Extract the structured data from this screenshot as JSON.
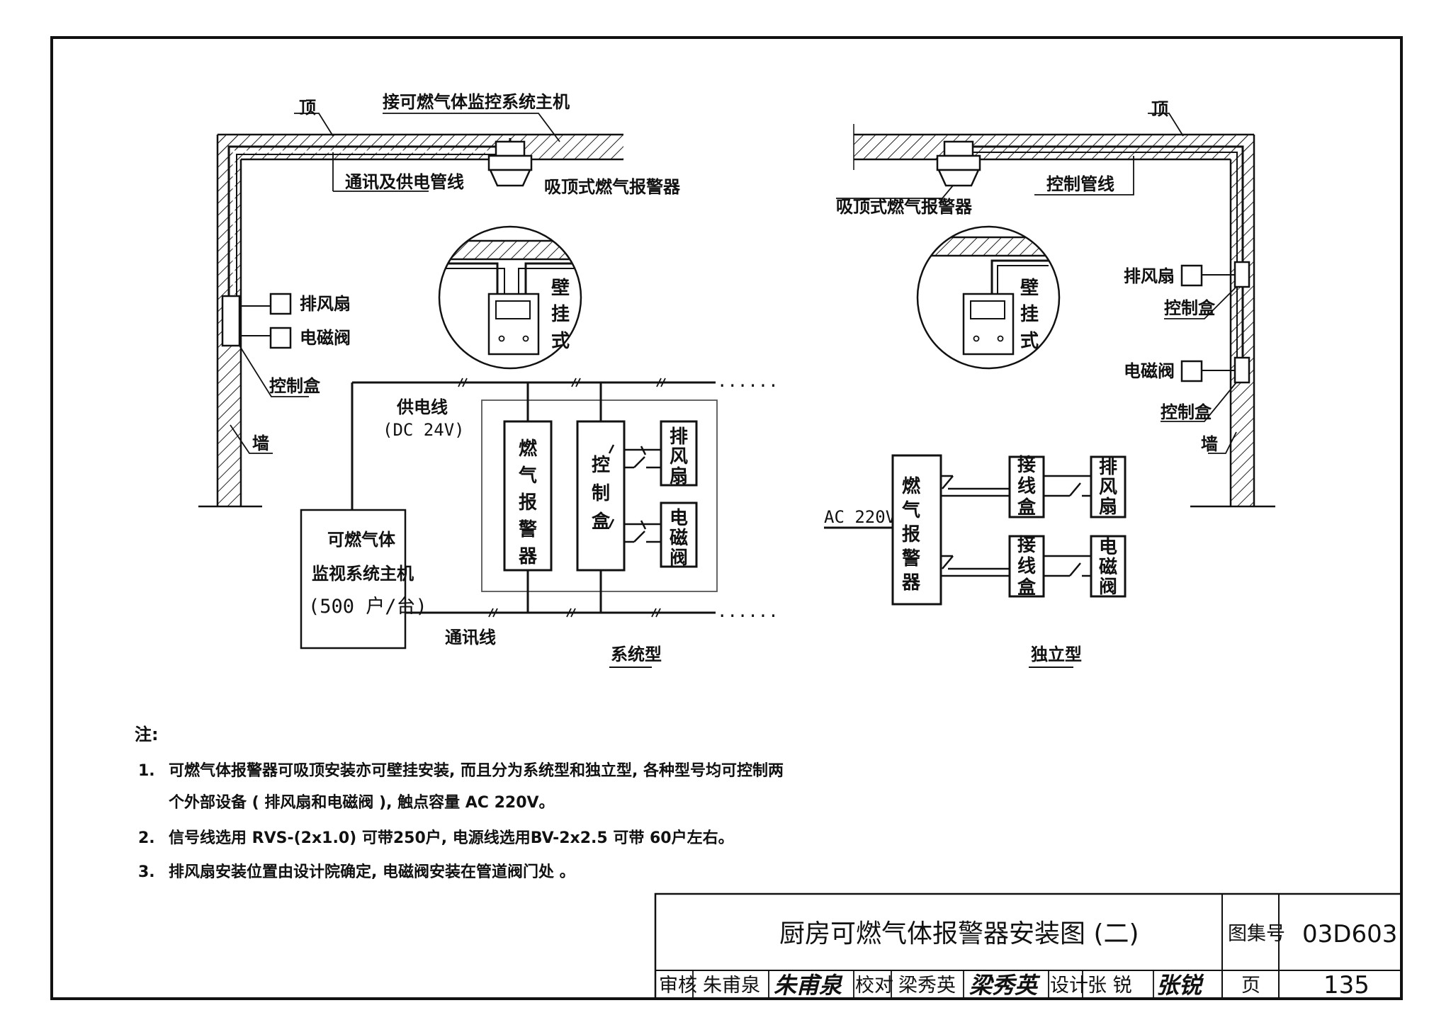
{
  "left_diagram": {
    "ceiling_label": "顶",
    "main_host_connection": "接可燃气体监控系统主机",
    "comm_power_pipe": "通讯及供电管线",
    "ceiling_detector": "吸顶式燃气报警器",
    "exhaust_fan": "排风扇",
    "solenoid_valve": "电磁阀",
    "control_box": "控制盒",
    "wall_label": "墙",
    "wall_mount_text": [
      "壁",
      "挂",
      "式"
    ],
    "power_line": "供电线",
    "power_spec": "(DC 24V)",
    "host_box_lines": [
      "可燃气体",
      "监视系统主机",
      "(500 户/台)"
    ],
    "comm_line": "通讯线",
    "alarm_vertical": [
      "燃",
      "气",
      "报",
      "警",
      "器"
    ],
    "control_vertical": [
      "控",
      "制",
      "盒"
    ],
    "fan_vertical": [
      "排",
      "风",
      "扇"
    ],
    "valve_vertical": [
      "电",
      "磁",
      "阀"
    ],
    "caption": "系统型"
  },
  "right_diagram": {
    "ceiling_label": "顶",
    "ceiling_detector": "吸顶式燃气报警器",
    "control_pipe": "控制管线",
    "wall_mount_text": [
      "壁",
      "挂",
      "式"
    ],
    "exhaust_fan": "排风扇",
    "control_box_1": "控制盒",
    "solenoid_valve": "电磁阀",
    "control_box_2": "控制盒",
    "wall_label": "墙",
    "power_spec": "AC 220V",
    "alarm_vertical": [
      "燃",
      "气",
      "报",
      "警",
      "器"
    ],
    "junction_vertical": [
      "接",
      "线",
      "盒"
    ],
    "fan_vertical": [
      "排",
      "风",
      "扇"
    ],
    "valve_vertical": [
      "电",
      "磁",
      "阀"
    ],
    "caption": "独立型"
  },
  "notes": {
    "heading": "注:",
    "items": [
      {
        "num": "1.",
        "lines": [
          "可燃气体报警器可吸顶安装亦可壁挂安装, 而且分为系统型和独立型, 各种型号均可控制两",
          "个外部设备 ( 排风扇和电磁阀 ), 触点容量 AC 220V。"
        ]
      },
      {
        "num": "2.",
        "lines": [
          "信号线选用 RVS-(2x1.0) 可带250户, 电源线选用BV-2x2.5 可带 60户左右。"
        ]
      },
      {
        "num": "3.",
        "lines": [
          "排风扇安装位置由设计院确定, 电磁阀安装在管道阀门处 。"
        ]
      }
    ]
  },
  "title_block": {
    "title": "厨房可燃气体报警器安装图 (二)",
    "atlas_label": "图集号",
    "atlas_no": "03D603",
    "review_label": "审核",
    "reviewer": "朱甫泉",
    "check_label": "校对",
    "checker": "梁秀英",
    "design_label": "设计",
    "designer": "张  锐",
    "page_label": "页",
    "page_no": "135"
  }
}
